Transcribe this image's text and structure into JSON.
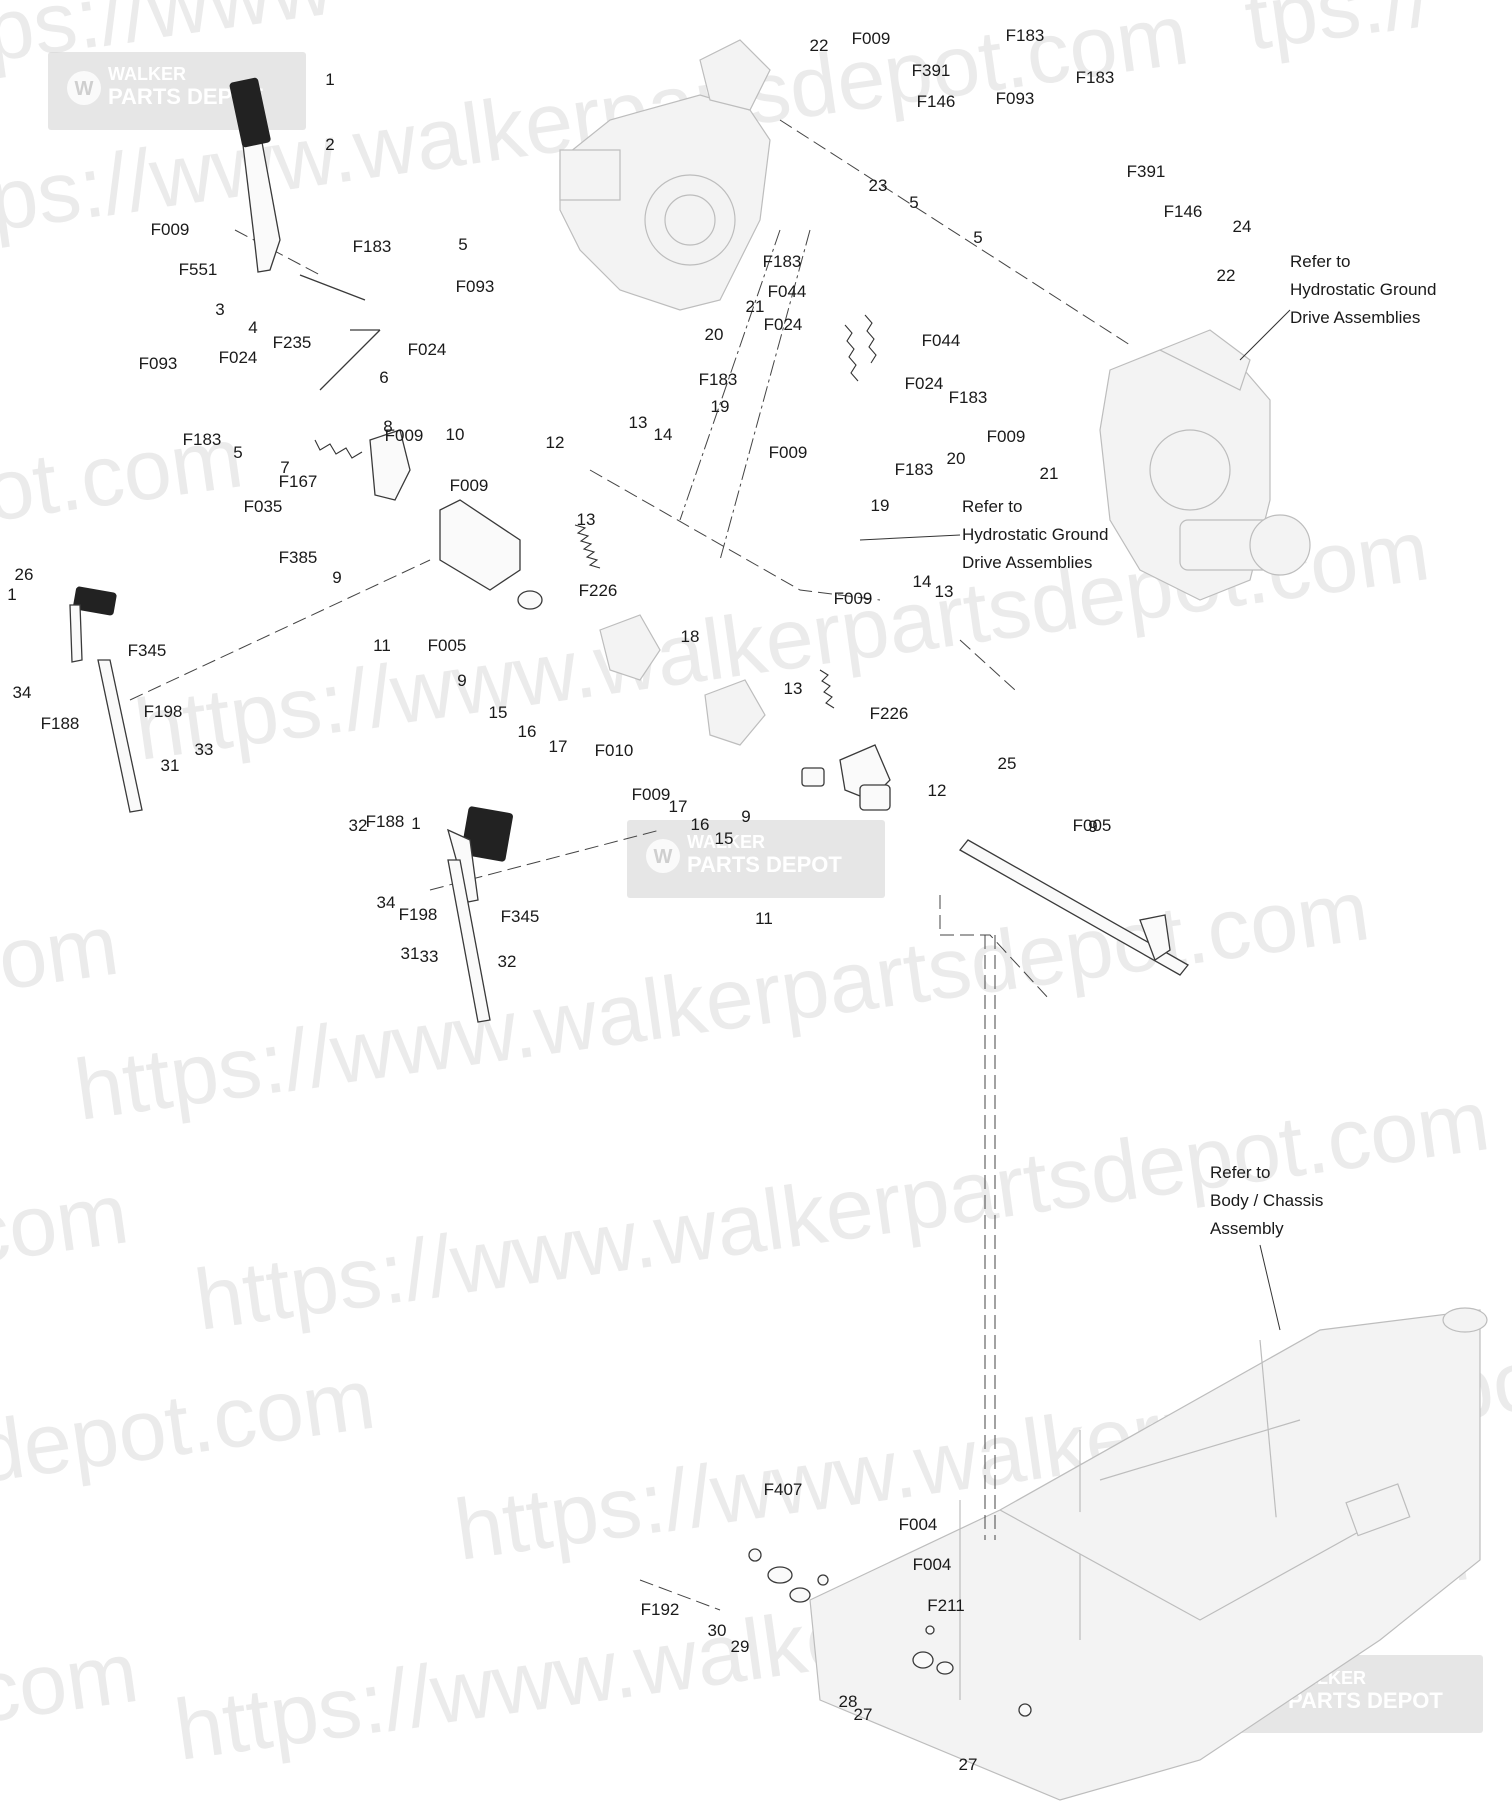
{
  "watermark": {
    "url_text": "https://www.walkerpartsdepot.com",
    "fragments": [
      "ps://www",
      "tps://",
      "tps://www.walkerpartsdepot.com",
      "ot.com",
      "com",
      "https://www.walkerpartsdepot.com",
      "depot.com",
      "m"
    ],
    "badge_line1": "WALKER",
    "badge_line2": "PARTS DEPOT"
  },
  "notes": {
    "hydro_top_line1": "Refer to",
    "hydro_top_line2": "Hydrostatic Ground",
    "hydro_top_line3": "Drive Assemblies",
    "hydro_mid_line1": "Refer to",
    "hydro_mid_line2": "Hydrostatic Ground",
    "hydro_mid_line3": "Drive Assemblies",
    "chassis_line1": "Refer to",
    "chassis_line2": "Body / Chassis",
    "chassis_line3": "Assembly"
  },
  "callouts": [
    "1",
    "2",
    "F009",
    "F551",
    "3",
    "4",
    "F235",
    "F183",
    "5",
    "F093",
    "F024",
    "6",
    "F093",
    "F024",
    "F183",
    "5",
    "7",
    "8",
    "F009",
    "F167",
    "F035",
    "F385",
    "10",
    "F009",
    "9",
    "11",
    "F005",
    "12",
    "13",
    "14",
    "13",
    "F226",
    "9",
    "15",
    "16",
    "17",
    "18",
    "F010",
    "22",
    "F009",
    "F391",
    "F146",
    "F183",
    "F093",
    "F183",
    "23",
    "5",
    "F183",
    "F044",
    "21",
    "F024",
    "20",
    "F183",
    "19",
    "F009",
    "20",
    "F183",
    "19",
    "5",
    "F391",
    "F146",
    "24",
    "22",
    "F044",
    "F024",
    "F183",
    "F009",
    "21",
    "F009",
    "14",
    "13",
    "13",
    "F226",
    "25",
    "12",
    "F009",
    "17",
    "16",
    "15",
    "9",
    "F005",
    "11",
    "9",
    "26",
    "1",
    "34",
    "F345",
    "F198",
    "F188",
    "33",
    "31",
    "32",
    "F188",
    "1",
    "34",
    "F198",
    "F345",
    "33",
    "31",
    "32",
    "F407",
    "F004",
    "F192",
    "30",
    "29",
    "F004",
    "F211",
    "28",
    "27",
    "27"
  ]
}
